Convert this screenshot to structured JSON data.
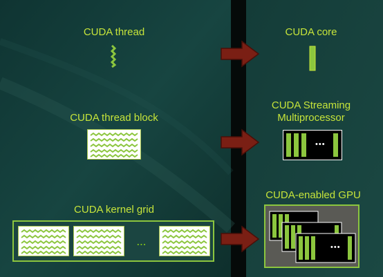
{
  "colors": {
    "left_bg": "#113a37",
    "divider": "#050a09",
    "right_bg": "#17413c",
    "accent_green": "#8cc63e",
    "label_green": "#c6e43a",
    "arrow_red": "#7a1f14"
  },
  "rows": [
    {
      "left_label": "CUDA thread",
      "right_label": "CUDA core"
    },
    {
      "left_label": "CUDA thread block",
      "right_label_line1": "CUDA Streaming",
      "right_label_line2": "Multiprocessor",
      "sm_ellipsis": "•••"
    },
    {
      "left_label": "CUDA kernel grid",
      "grid_ellipsis": "...",
      "right_label": "CUDA-enabled GPU",
      "gpu_ellipsis": "•••"
    }
  ],
  "icons": [
    "thread-squiggle-icon",
    "core-bar-icon",
    "thread-block-icon",
    "streaming-multiprocessor-icon",
    "kernel-grid-icon",
    "gpu-icon",
    "arrow-right-icon"
  ]
}
